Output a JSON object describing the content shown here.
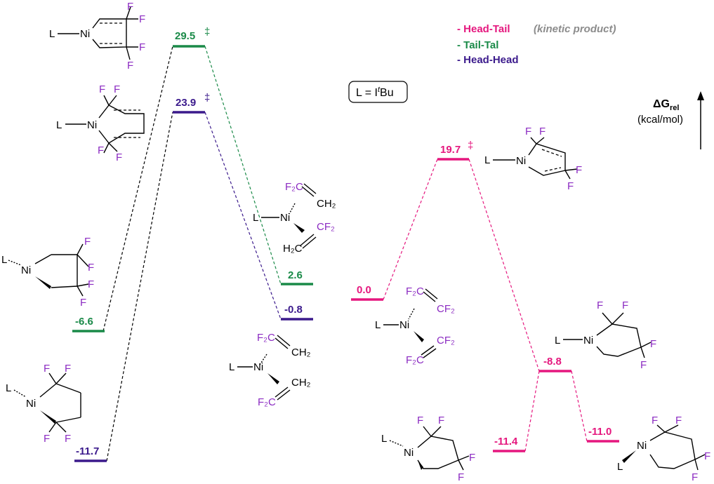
{
  "colors": {
    "head_tail": "#e5177e",
    "tail_tail": "#1a8a48",
    "head_head": "#3b1a8c",
    "fluorine": "#8b2bc2",
    "kinetic_note": "#8c8c8c",
    "black": "#000000"
  },
  "legend": {
    "head_tail": "- Head-Tail",
    "kinetic_note": "(kinetic product)",
    "tail_tail": "- Tail-Tal",
    "head_head": "- Head-Head"
  },
  "ligand_box": {
    "prefix": "L = I",
    "sup": "t",
    "suffix": "Bu"
  },
  "axis": {
    "label_delta": "ΔG",
    "label_sub": "rel",
    "units": "(kcal/mol)"
  },
  "levels": {
    "tt_ts": {
      "value": "29.5",
      "ts_mark": "‡"
    },
    "hh_ts": {
      "value": "23.9",
      "ts_mark": "‡"
    },
    "ht_ts": {
      "value": "19.7",
      "ts_mark": "‡"
    },
    "tt_complex": {
      "value": "2.6"
    },
    "hh_complex": {
      "value": "-0.8"
    },
    "ht_complex": {
      "value": "0.0"
    },
    "tt_product": {
      "value": "-6.6"
    },
    "hh_product": {
      "value": "-11.7"
    },
    "ht_inter": {
      "value": "-8.8"
    },
    "ht_prod_a": {
      "value": "-11.4"
    },
    "ht_prod_b": {
      "value": "-11.0"
    }
  },
  "atoms": {
    "L": "L",
    "Ni": "Ni",
    "F": "F",
    "F2": "F",
    "two": "2",
    "C": "C",
    "H": "H"
  },
  "fragments": {
    "f2c": "F₂C",
    "cf2": "CF₂",
    "ch2": "CH₂",
    "h2c": "H₂C"
  }
}
